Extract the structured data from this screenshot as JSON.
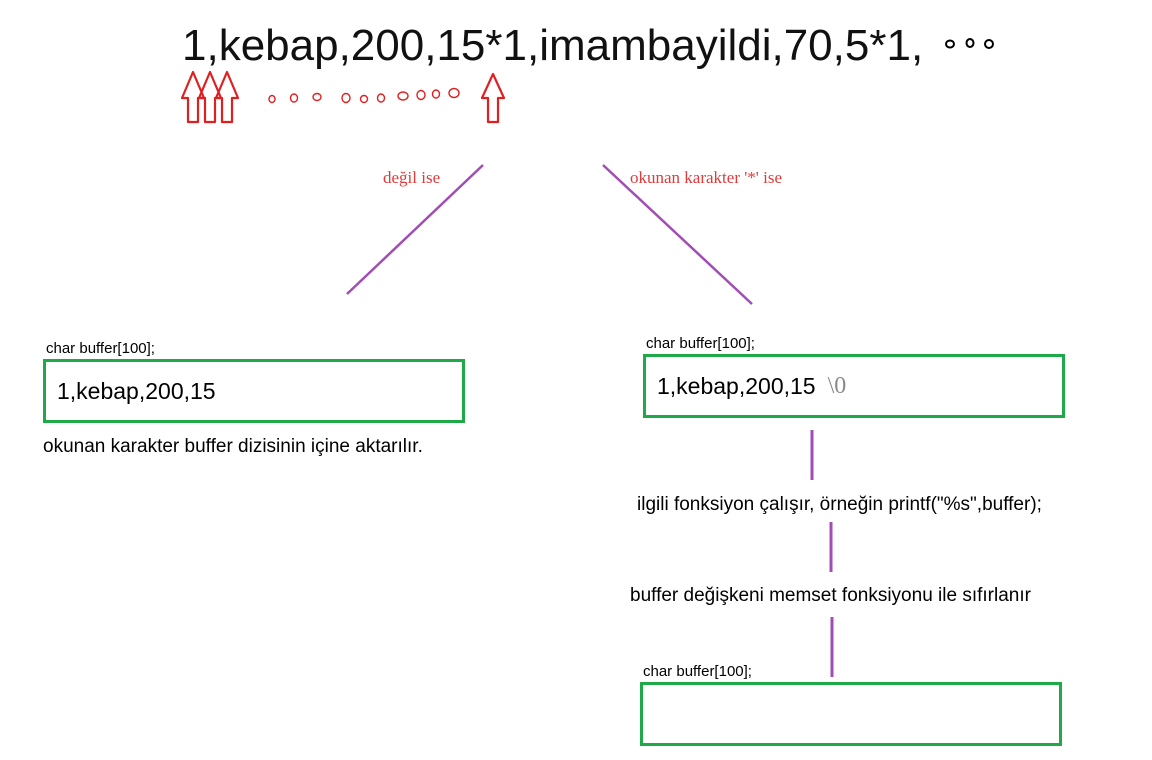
{
  "header": {
    "input_string": "1,kebap,200,15*1,imambayildi,70,5*1,"
  },
  "branches": {
    "left_condition": "değil ise",
    "right_condition": "okunan karakter '*' ise"
  },
  "left": {
    "buffer_label": "char buffer[100];",
    "buffer_content": "1,kebap,200,15",
    "description": "okunan karakter buffer dizisinin içine aktarılır."
  },
  "right": {
    "buffer_label": "char buffer[100];",
    "buffer_content": "1,kebap,200,15",
    "terminator": "\\0",
    "step1": "ilgili fonksiyon çalışır, örneğin printf(\"%s\",buffer);",
    "step2": "buffer değişkeni memset fonksiyonu ile sıfırlanır",
    "buffer_label_2": "char buffer[100];",
    "buffer_content_2": ""
  },
  "colors": {
    "arrow_red": "#e02020",
    "connector_purple": "#a14db3",
    "box_green": "#1faa4a",
    "note_red": "#e03b3b"
  }
}
